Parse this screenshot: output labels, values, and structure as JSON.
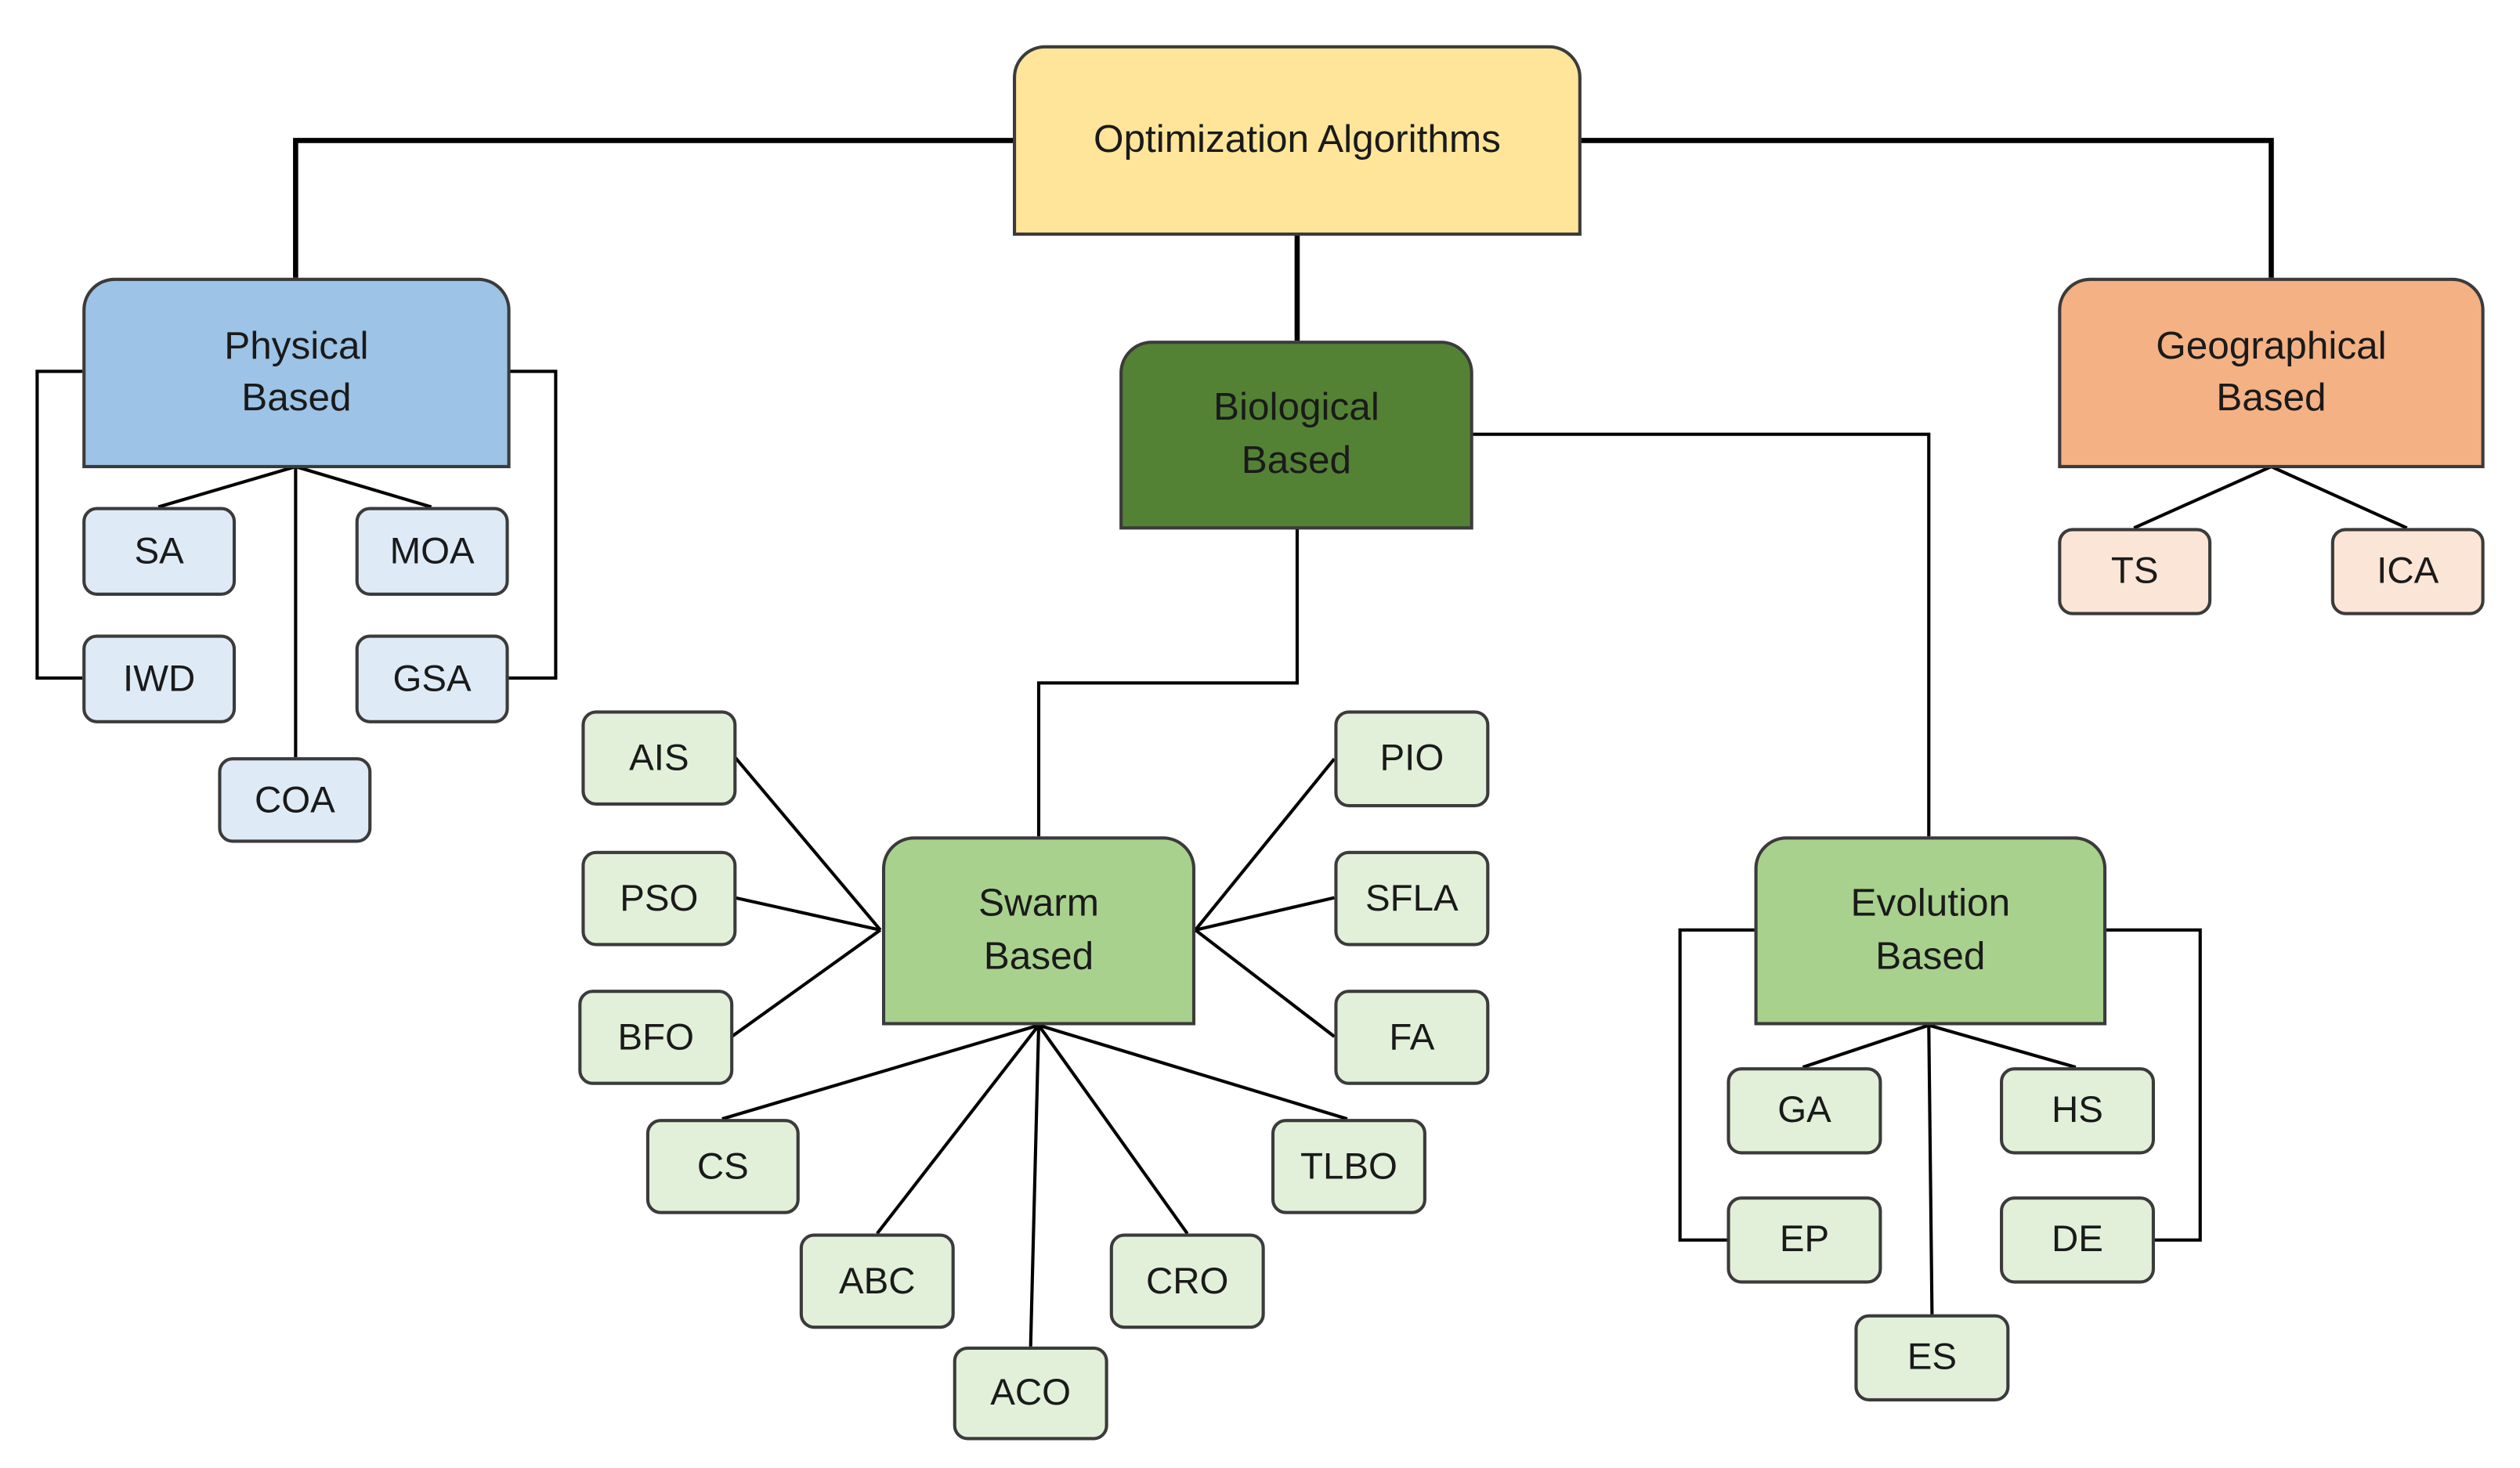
{
  "diagram": {
    "root": {
      "label": "Optimization Algorithms",
      "color": "#fee599"
    },
    "categories": {
      "physical": {
        "label": "Physical\nBased",
        "color": "#9dc3e6",
        "leaf_color": "#deebf7",
        "children": [
          "SA",
          "MOA",
          "IWD",
          "GSA",
          "COA"
        ]
      },
      "biological": {
        "label": "Biological\nBased",
        "color": "#548235"
      },
      "geographical": {
        "label": "Geographical\nBased",
        "color": "#f4b183",
        "leaf_color": "#fbe5d6",
        "children": [
          "TS",
          "ICA"
        ]
      }
    },
    "subcategories": {
      "swarm": {
        "label": "Swarm\nBased",
        "color": "#a9d18e",
        "leaf_color": "#e2f0d9",
        "children": [
          "AIS",
          "PSO",
          "BFO",
          "CS",
          "ABC",
          "ACO",
          "CRO",
          "TLBO",
          "FA",
          "SFLA",
          "PIO"
        ]
      },
      "evolution": {
        "label": "Evolution\nBased",
        "color": "#a9d18e",
        "leaf_color": "#e2f0d9",
        "children": [
          "GA",
          "HS",
          "EP",
          "DE",
          "ES"
        ]
      }
    }
  }
}
